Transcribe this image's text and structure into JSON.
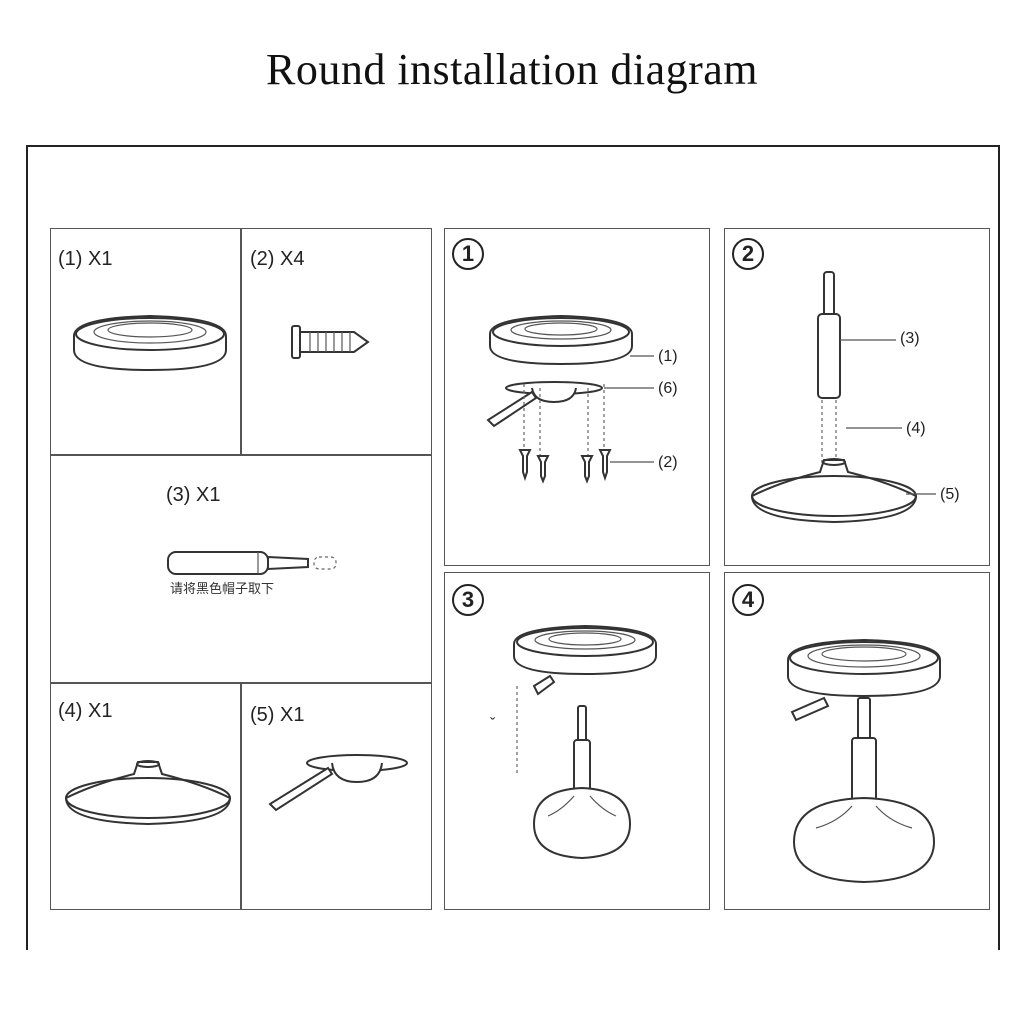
{
  "title": "Round installation diagram",
  "parts": {
    "p1": "(1) X1",
    "p2": "(2) X4",
    "p3": "(3) X1",
    "p3_note": "请将黑色帽子取下",
    "p4": "(4) X1",
    "p5": "(5) X1"
  },
  "steps": {
    "s1": {
      "num": "1",
      "c1": "(1)",
      "c6": "(6)",
      "c2": "(2)"
    },
    "s2": {
      "num": "2",
      "c3": "(3)",
      "c4": "(4)",
      "c5": "(5)"
    },
    "s3": {
      "num": "3",
      "mark": "ˇ"
    },
    "s4": {
      "num": "4"
    }
  }
}
